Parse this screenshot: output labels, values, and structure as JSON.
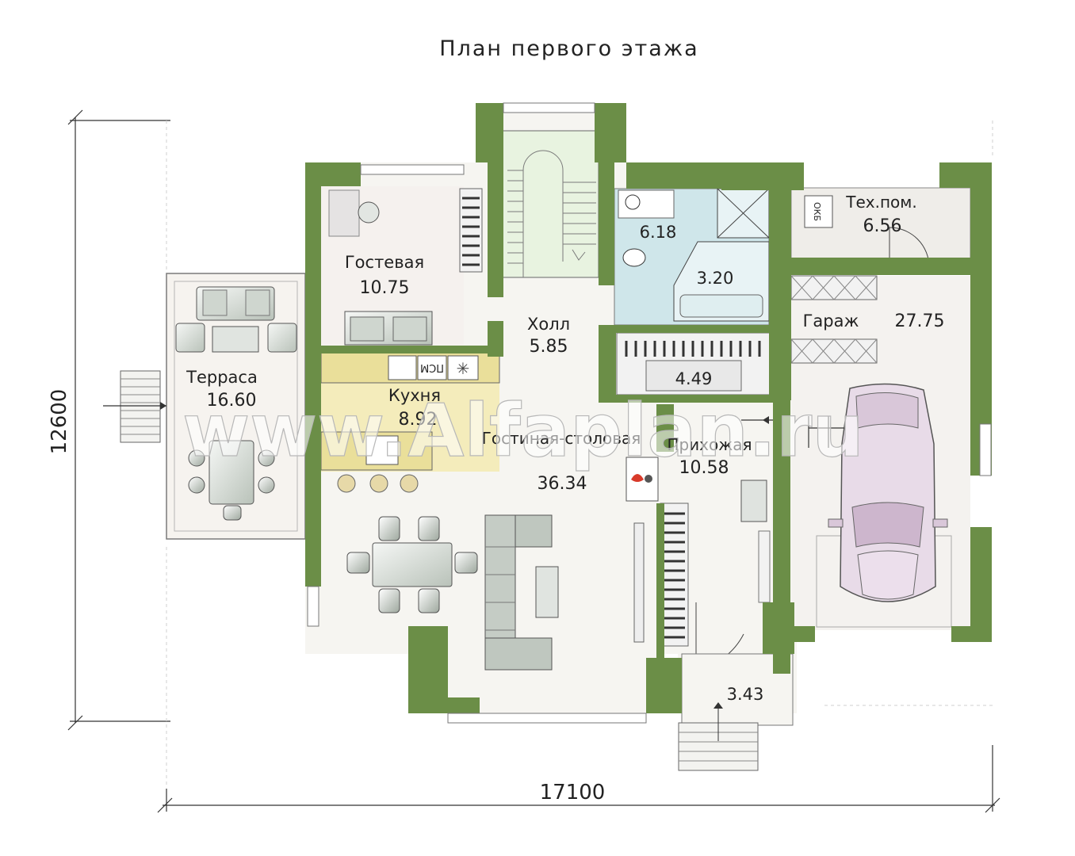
{
  "title": "План первого этажа",
  "dimensions": {
    "width": "17100",
    "height": "12600"
  },
  "rooms": [
    {
      "name": "Терраса",
      "area": "16.60"
    },
    {
      "name": "Гостевая",
      "area": "10.75"
    },
    {
      "name": "Холл",
      "area": "5.85"
    },
    {
      "name": "Кухня",
      "area": "8.92"
    },
    {
      "name": "Гостиная-столовая",
      "area": "36.34"
    },
    {
      "name": "Прихожая",
      "area": "10.58"
    },
    {
      "name": "Тех.пом.",
      "area": "6.56"
    },
    {
      "name": "Гараж",
      "area": "27.75"
    }
  ],
  "unnamed_areas": [
    "6.18",
    "3.20",
    "4.49",
    "3.43"
  ],
  "equipment": {
    "dishwasher": "ПСМ",
    "boiler": "ОКБ"
  },
  "watermark": "www.Alfaplan.ru",
  "colors": {
    "wall": "#6b8e47",
    "wall_light": "#8cab68",
    "kitchen": "#f3ecb8",
    "bathroom": "#cfe6ea",
    "furniture": "#dde2dd",
    "floor": "#f4f3ef"
  }
}
